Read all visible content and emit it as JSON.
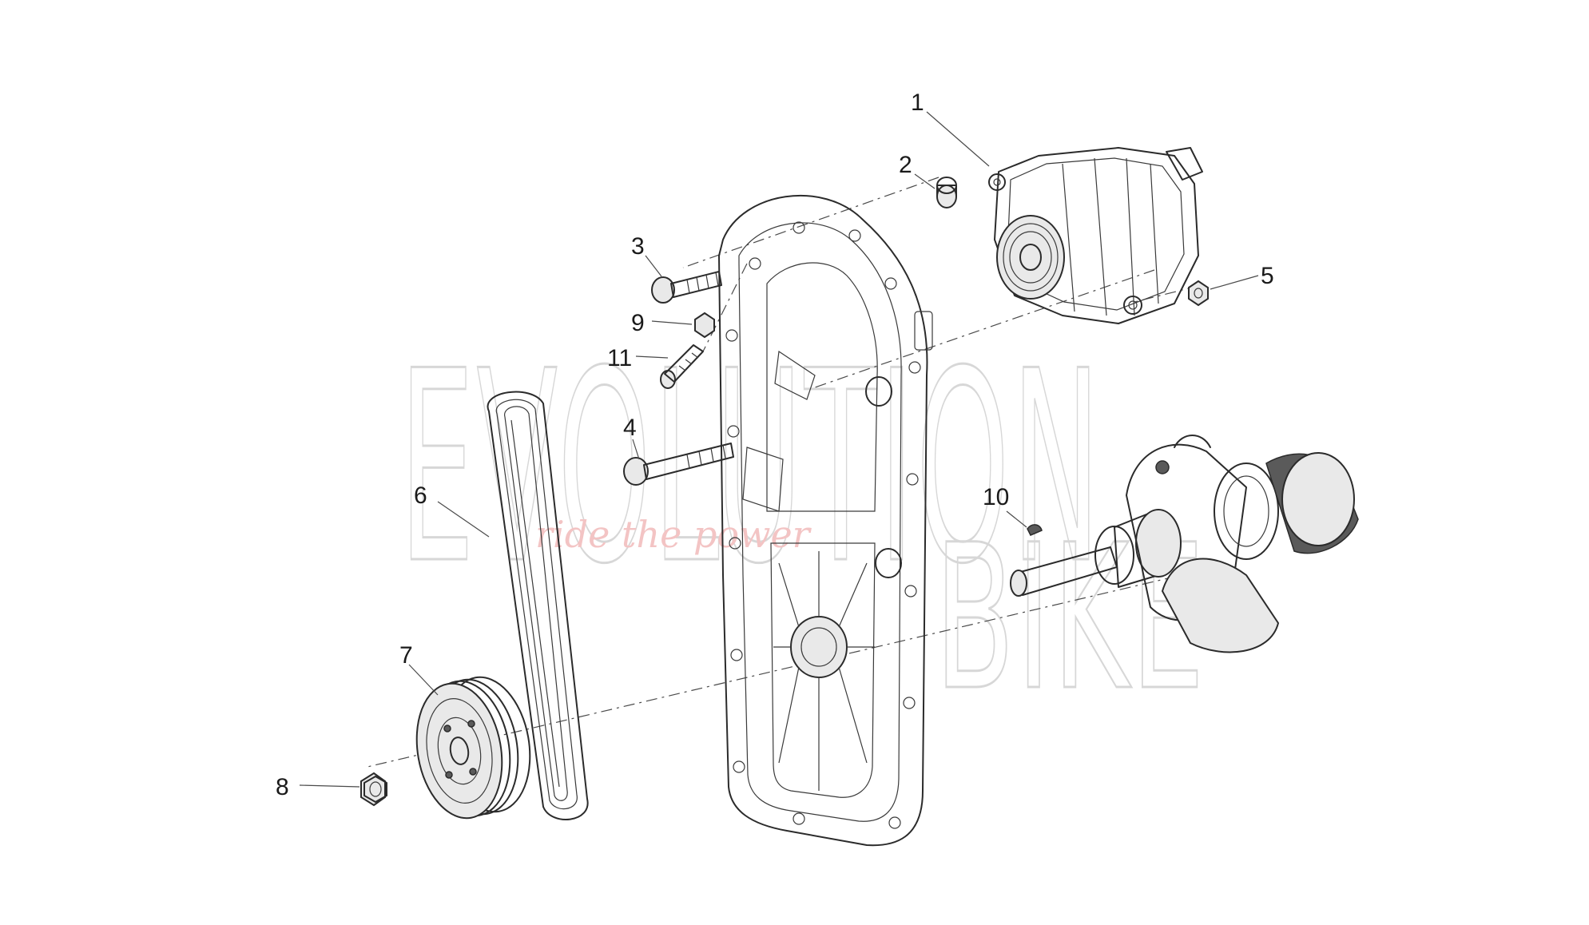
{
  "watermark": {
    "line1": "EVOLUTION",
    "line2": "BIKE",
    "tagline": "ride the power",
    "color": "#d7d7d7",
    "tagline_color": "#f3c4c4"
  },
  "callouts": [
    {
      "id": "1",
      "label": "1"
    },
    {
      "id": "2",
      "label": "2"
    },
    {
      "id": "3",
      "label": "3"
    },
    {
      "id": "4",
      "label": "4"
    },
    {
      "id": "5",
      "label": "5"
    },
    {
      "id": "6",
      "label": "6"
    },
    {
      "id": "7",
      "label": "7"
    },
    {
      "id": "8",
      "label": "8"
    },
    {
      "id": "9",
      "label": "9"
    },
    {
      "id": "10",
      "label": "10"
    },
    {
      "id": "11",
      "label": "11"
    }
  ]
}
